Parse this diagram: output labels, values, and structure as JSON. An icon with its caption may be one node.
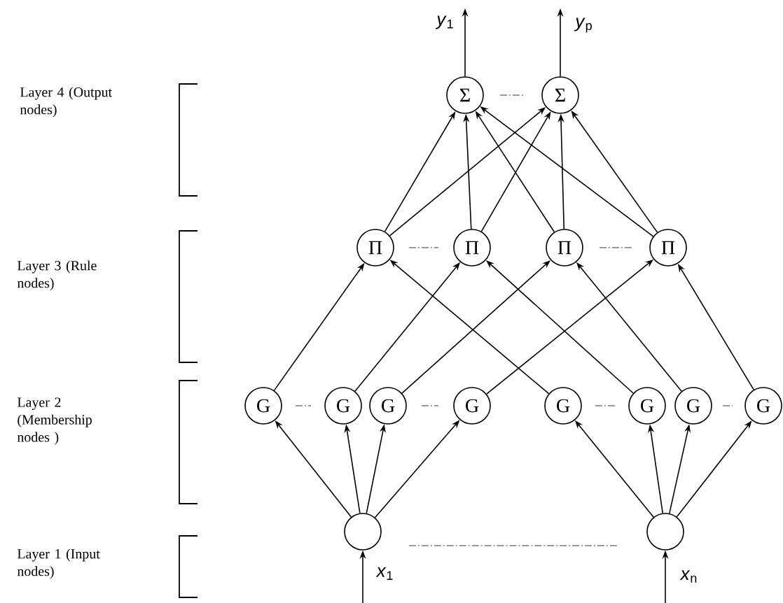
{
  "diagram": {
    "nodes": [
      {
        "text": [
          "Σ"
        ]
      },
      {
        "text": [
          "Σ"
        ]
      },
      {
        "text": [
          "Π"
        ]
      },
      {
        "text": [
          "Π"
        ]
      },
      {
        "text": [
          "Π"
        ]
      },
      {
        "text": [
          "Π"
        ]
      },
      {
        "text": [
          "G"
        ]
      },
      {
        "text": [
          "G"
        ]
      },
      {
        "text": [
          "G"
        ]
      },
      {
        "text": [
          "G"
        ]
      },
      {
        "text": [
          "G"
        ]
      },
      {
        "text": [
          "G"
        ]
      },
      {
        "text": [
          "G"
        ]
      },
      {
        "text": [
          "G"
        ]
      },
      {
        "text": [],
        "shape": "circle"
      },
      {
        "text": [],
        "shape": "circle"
      }
    ],
    "edges": [
      {
        "from": 0,
        "to": null,
        "arrow": "to",
        "label": "*y*$_{1}$"
      },
      {
        "from": 1,
        "to": null,
        "arrow": "to",
        "label": "*y*$_{p}$"
      },
      {
        "from": 2,
        "to": 0,
        "arrow": "to"
      },
      {
        "from": 2,
        "to": 1,
        "arrow": "to"
      },
      {
        "from": 3,
        "to": 0,
        "arrow": "to"
      },
      {
        "from": 3,
        "to": 1,
        "arrow": "to"
      },
      {
        "from": 4,
        "to": 0,
        "arrow": "to"
      },
      {
        "from": 4,
        "to": 1,
        "arrow": "to"
      },
      {
        "from": 5,
        "to": 0,
        "arrow": "to"
      },
      {
        "from": 5,
        "to": 1,
        "arrow": "to"
      },
      {
        "from": 6,
        "to": 2,
        "arrow": "to"
      },
      {
        "from": 10,
        "to": 2,
        "arrow": "to"
      },
      {
        "from": 7,
        "to": 3,
        "arrow": "to"
      },
      {
        "from": 11,
        "to": 3,
        "arrow": "to"
      },
      {
        "from": 8,
        "to": 4,
        "arrow": "to"
      },
      {
        "from": 12,
        "to": 4,
        "arrow": "to"
      },
      {
        "from": 9,
        "to": 5,
        "arrow": "to"
      },
      {
        "from": 13,
        "to": 5,
        "arrow": "to"
      },
      {
        "from": 14,
        "to": 6,
        "arrow": "to"
      },
      {
        "from": 14,
        "to": 7,
        "arrow": "to"
      },
      {
        "from": 14,
        "to": 8,
        "arrow": "to"
      },
      {
        "from": 14,
        "to": 9,
        "arrow": "to"
      },
      {
        "from": 15,
        "to": 10,
        "arrow": "to"
      },
      {
        "from": 15,
        "to": 11,
        "arrow": "to"
      },
      {
        "from": 15,
        "to": 12,
        "arrow": "to"
      },
      {
        "from": 15,
        "to": 13,
        "arrow": "to"
      },
      {
        "from": null,
        "to": 14,
        "arrow": "to",
        "label": "*x*$_{1}$"
      },
      {
        "from": null,
        "to": 15,
        "arrow": "to",
        "label": "*x*$_{n}$"
      }
    ],
    "labels": [
      "Layer 4 (Output nodes)",
      "Layer 3 (Rule nodes)",
      "Layer 2 (Membership nodes )",
      "Layer 1 (Input nodes)"
    ]
  }
}
